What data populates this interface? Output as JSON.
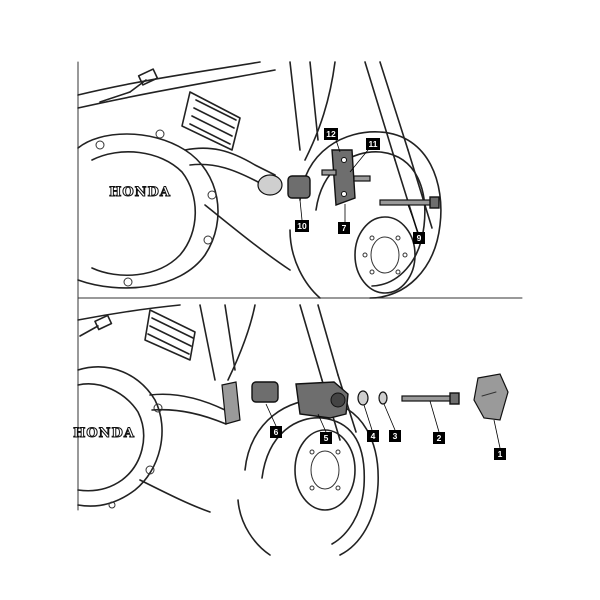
{
  "brand": {
    "top_text": "HONDA",
    "bottom_text": "HONDA"
  },
  "callouts_top": [
    {
      "label": "12"
    },
    {
      "label": "11"
    },
    {
      "label": "10"
    },
    {
      "label": "7"
    },
    {
      "label": "9"
    }
  ],
  "callouts_bottom": [
    {
      "label": "6"
    },
    {
      "label": "5"
    },
    {
      "label": "4"
    },
    {
      "label": "3"
    },
    {
      "label": "2"
    },
    {
      "label": "1"
    }
  ],
  "colors": {
    "line": "#222222",
    "part_dark": "#6e6e6e",
    "callout": "#000000",
    "background": "#ffffff"
  }
}
